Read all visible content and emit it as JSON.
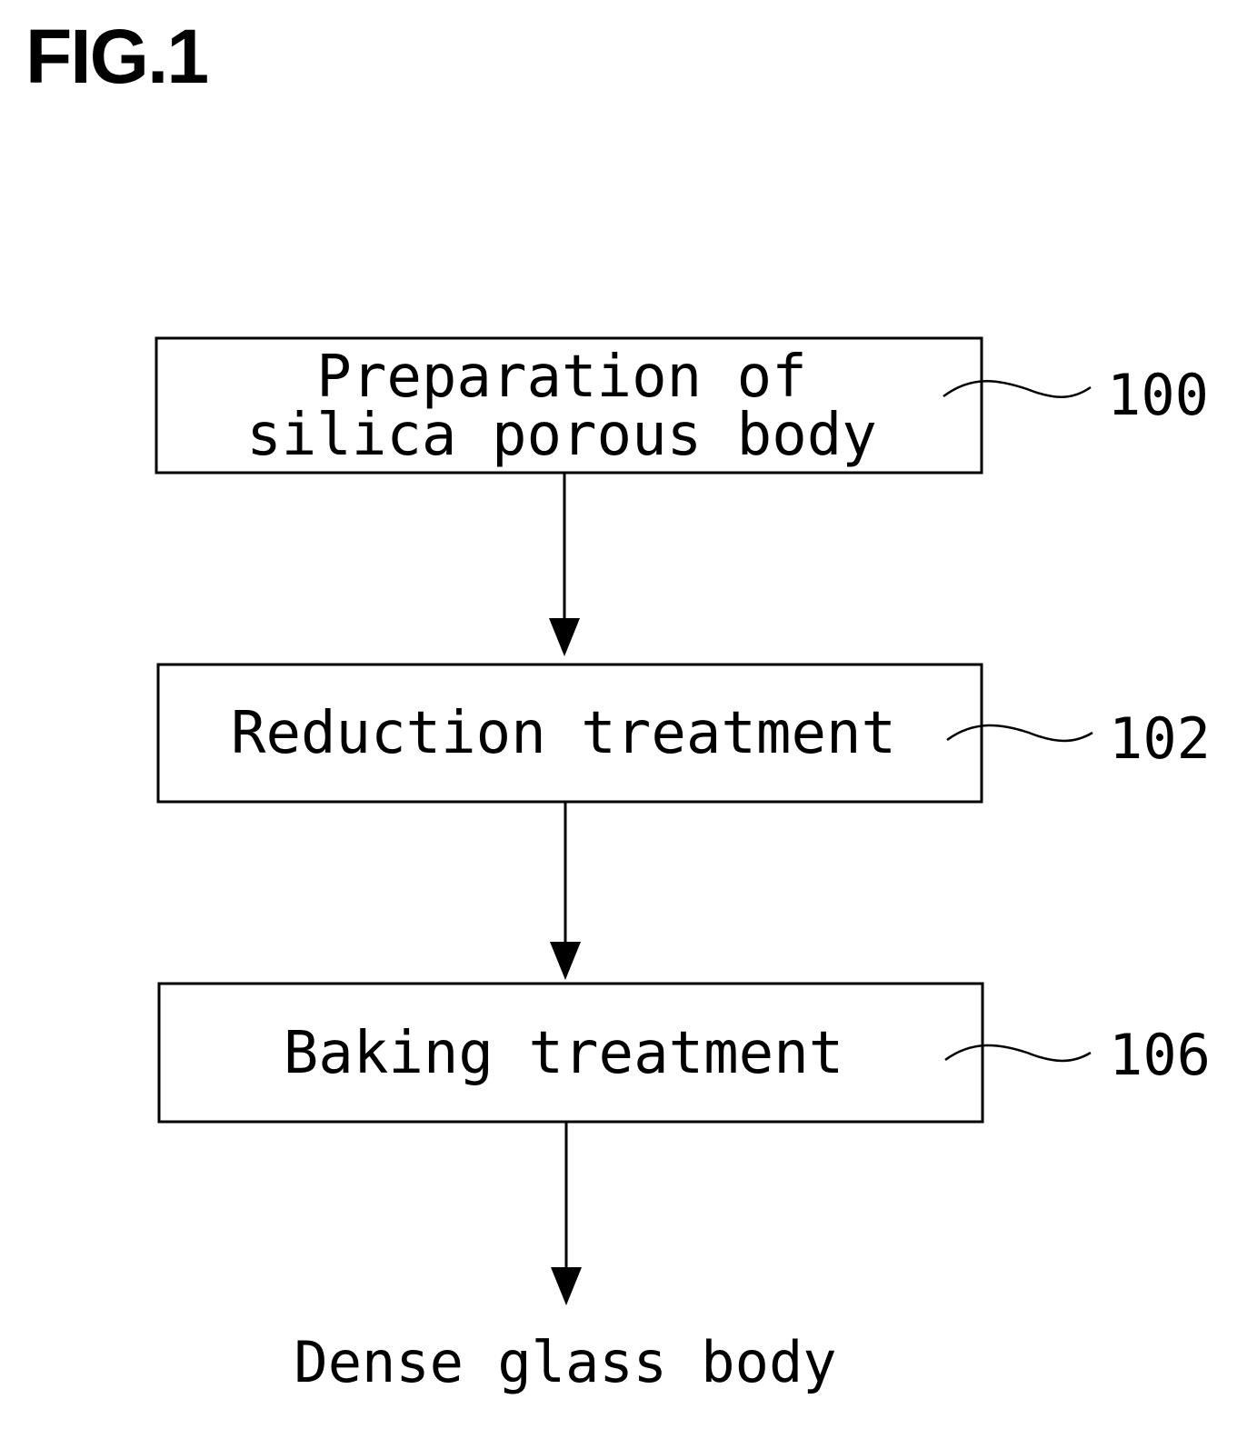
{
  "figure": {
    "title": "FIG.1"
  },
  "steps": [
    {
      "id": "preparation",
      "lines": [
        "Preparation of",
        "silica porous body"
      ],
      "ref": "100"
    },
    {
      "id": "reduction",
      "lines": [
        "Reduction treatment"
      ],
      "ref": "102"
    },
    {
      "id": "baking",
      "lines": [
        "Baking treatment"
      ],
      "ref": "106"
    }
  ],
  "output": {
    "label": "Dense glass body"
  },
  "colors": {
    "stroke": "#000000",
    "background": "#ffffff"
  }
}
